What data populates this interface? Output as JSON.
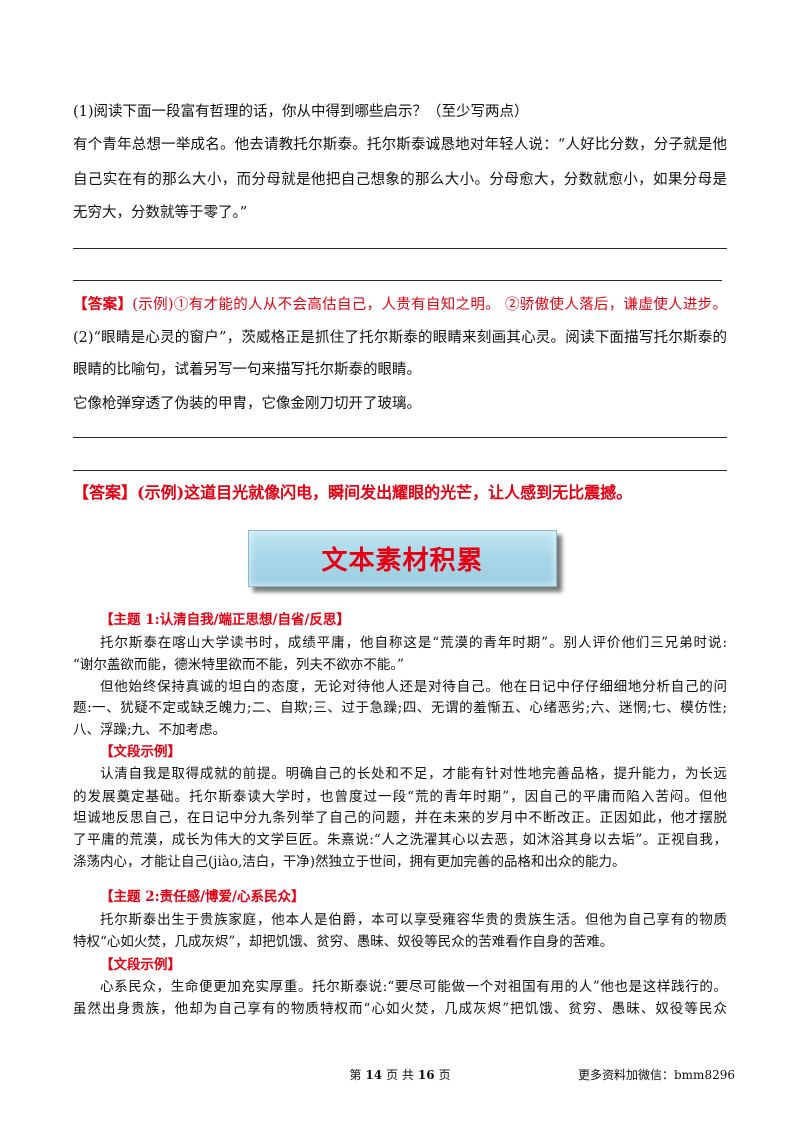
{
  "exercise": {
    "q1": {
      "prompt": "(1)阅读下面一段富有哲理的话，你从中得到哪些启示？（至少写两点）",
      "passage": [
        "有个青年总想一举成名。他去请教托尔斯泰。托尔斯泰诚恳地对年轻人说：“人好比分数，分子就是他",
        "自己实在有的那么大小，而分母就是他把自己想象的那么大小。分母愈大，分数就愈小，如果分母是",
        "无穷大，分数就等于零了。”"
      ],
      "answer_tag": "【答案】",
      "answer": "(示例)①有才能的人从不会高估自己，人贵有自知之明。 ②骄傲使人落后，谦虚使人进步。"
    },
    "q2": {
      "prompt": [
        "(2)“眼睛是心灵的窗户”，茨威格正是抓住了托尔斯泰的眼睛来刻画其心灵。阅读下面描写托尔斯泰的",
        "眼睛的比喻句，试着另写一句来描写托尔斯泰的眼睛。"
      ],
      "passage": "它像枪弹穿透了伪装的甲胄，它像金刚刀切开了玻璃。",
      "answer": "【答案】(示例)这道目光就像闪电，瞬间发出耀眼的光芒，让人感到无比震撼。"
    }
  },
  "banner": {
    "title": "文本素材积累"
  },
  "materials": [
    {
      "theme": "【主题 1:认清自我/端正思想/自省/反思】",
      "story": [
        "托尔斯泰在喀山大学读书时，成绩平庸，他自称这是“荒漠的青年时期”。别人评价他们三兄弟时说:",
        "“谢尔盖欲而能，德米特里欲而不能，列夫不欲亦不能。”",
        "但他始终保持真诚的坦白的态度，无论对待他人还是对待自己。他在日记中仔仔细细地分析自己的问",
        "题:一、犹疑不定或缺乏魄力;二、自欺;三、过于急躁;四、无谓的羞惭五、心绪恶劣;六、迷惘;七、模仿性;",
        "八、浮躁;九、不加考虑。"
      ],
      "example_label": "【文段示例】",
      "example": [
        "认清自我是取得成就的前提。明确自己的长处和不足，才能有针对性地完善品格，提升能力，为长远",
        "的发展奠定基础。托尔斯泰读大学时，也曾度过一段“荒的青年时期”，因自己的平庸而陷入苦闷。但他",
        "坦诚地反思自己，在日记中分九条列举了自己的问题，并在未来的岁月中不断改正。正因如此，他才摆脱",
        "了平庸的荒漠，成长为伟大的文学巨匠。朱熹说:“人之洗濯其心以去恶，如沐浴其身以去垢”。正视自我，",
        "涤荡内心，才能让自己(jiào,洁白，干净)然独立于世间，拥有更加完善的品格和出众的能力。"
      ]
    },
    {
      "theme": "【主题 2:责任感/博爱/心系民众】",
      "story": [
        "托尔斯泰出生于贵族家庭，他本人是伯爵，本可以享受雍容华贵的贵族生活。但他为自己享有的物质",
        "特权“心如火焚，几成灰烬”，却把饥饿、贫穷、愚昧、奴役等民众的苦难看作自身的苦难。"
      ],
      "example_label": "【文段示例】",
      "example": [
        "心系民众，生命便更加充实厚重。托尔斯泰说:“要尽可能做一个对祖国有用的人”他也是这样践行的。",
        "虽然出身贵族，他却为自己享有的物质特权而“心如火焚，几成灰烬”把饥饿、贫穷、愚昧、奴役等民众"
      ]
    }
  ],
  "footer": {
    "page_prefix": "第",
    "page_current": "14",
    "page_mid": "页 共",
    "page_total": "16",
    "page_suffix": "页",
    "contact": "更多资料加微信：bmm8296"
  },
  "colors": {
    "accent_red": "#e60012",
    "banner_blue": "#a6d6e7",
    "text": "#111111"
  }
}
